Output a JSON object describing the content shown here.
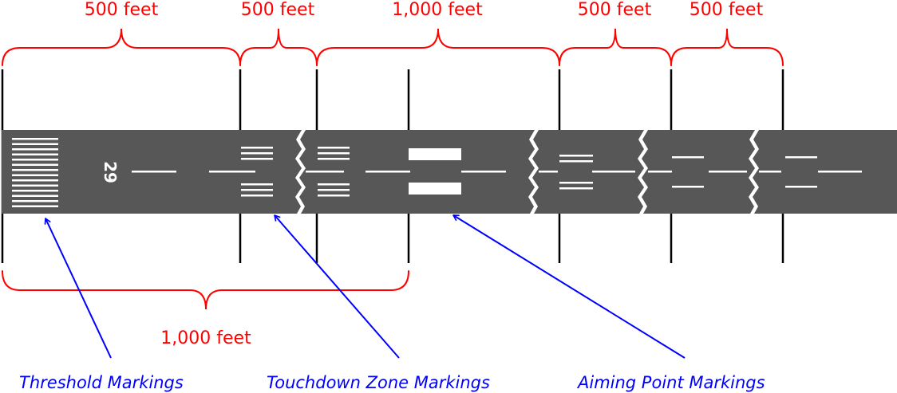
{
  "colors": {
    "runway": "#575757",
    "marking": "#ffffff",
    "dimension": "#ff0000",
    "callout": "#0000ff",
    "tick": "#000000"
  },
  "runway": {
    "number": "29"
  },
  "dimensions": {
    "top": [
      "500 feet",
      "500 feet",
      "1,000 feet",
      "500 feet",
      "500 feet"
    ],
    "bottom": "1,000 feet"
  },
  "callouts": {
    "threshold": "Threshold Markings",
    "touchdown_zone": "Touchdown Zone Markings",
    "aiming_point": "Aiming Point Markings"
  }
}
